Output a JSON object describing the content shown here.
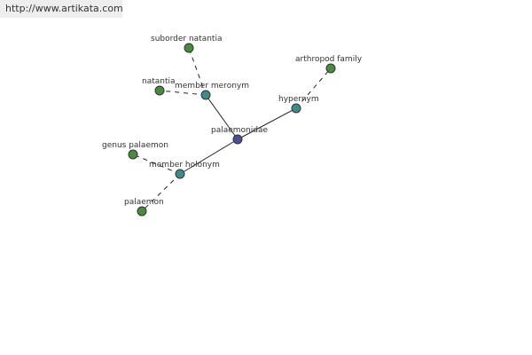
{
  "site": {
    "url_label": "http://www.artikata.com"
  },
  "colors": {
    "center": "#4a4f9a",
    "relation": "#3f8a8a",
    "leaf": "#4a8a3f",
    "edge": "#222222"
  },
  "graph": {
    "nodes": [
      {
        "id": "palaemonidae",
        "label": "palaemonidae",
        "kind": "center"
      },
      {
        "id": "member-meronym",
        "label": "member meronym",
        "kind": "relation"
      },
      {
        "id": "hypernym",
        "label": "hypernym",
        "kind": "relation"
      },
      {
        "id": "member-holonym",
        "label": "member holonym",
        "kind": "relation"
      },
      {
        "id": "suborder-natantia",
        "label": "suborder natantia",
        "kind": "leaf"
      },
      {
        "id": "natantia",
        "label": "natantia",
        "kind": "leaf"
      },
      {
        "id": "arthropod-family",
        "label": "arthropod family",
        "kind": "leaf"
      },
      {
        "id": "genus-palaemon",
        "label": "genus palaemon",
        "kind": "leaf"
      },
      {
        "id": "palaemon",
        "label": "palaemon",
        "kind": "leaf"
      }
    ],
    "edges": [
      {
        "from": "palaemonidae",
        "to": "member-meronym",
        "style": "solid"
      },
      {
        "from": "palaemonidae",
        "to": "hypernym",
        "style": "solid"
      },
      {
        "from": "palaemonidae",
        "to": "member-holonym",
        "style": "solid"
      },
      {
        "from": "member-meronym",
        "to": "suborder-natantia",
        "style": "dashed"
      },
      {
        "from": "member-meronym",
        "to": "natantia",
        "style": "dashed"
      },
      {
        "from": "hypernym",
        "to": "arthropod-family",
        "style": "dashed"
      },
      {
        "from": "member-holonym",
        "to": "genus-palaemon",
        "style": "dashed"
      },
      {
        "from": "member-holonym",
        "to": "palaemon",
        "style": "dashed"
      }
    ]
  }
}
